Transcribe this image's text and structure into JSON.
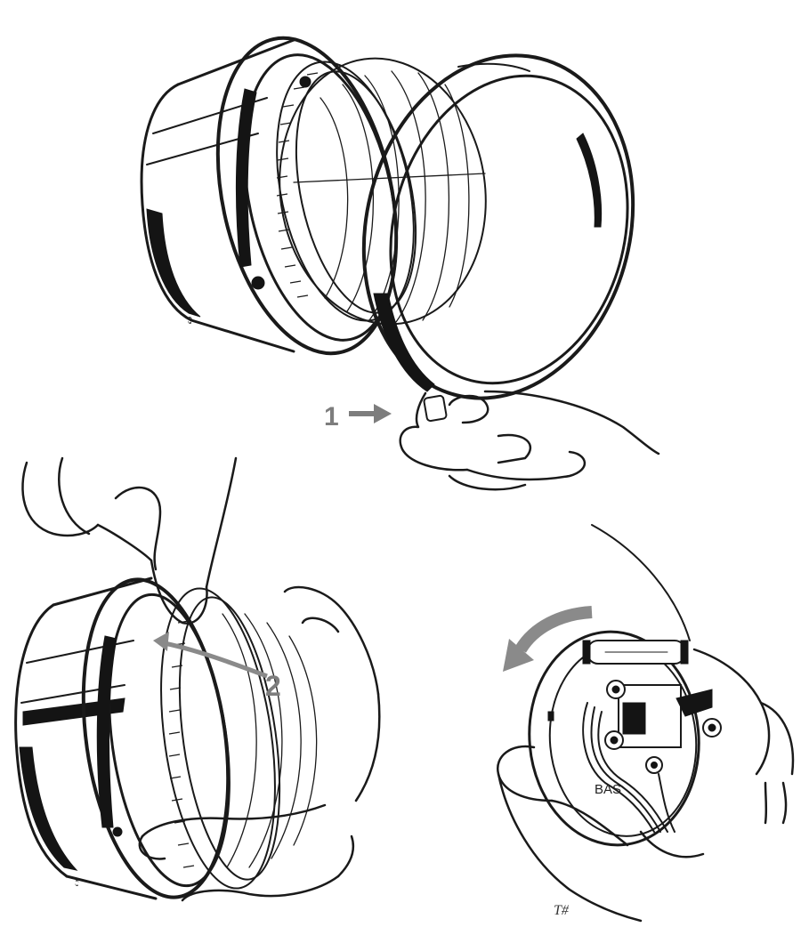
{
  "steps": [
    {
      "number": "1"
    },
    {
      "number": "2"
    }
  ],
  "bulb_base_label": "BAS",
  "artist_marks": [
    "ʻʼ"
  ],
  "colors": {
    "ink": "#1a1a1a",
    "callout_gray": "#7d7d7d",
    "rotate_arrow_gray": "#8a8a8a",
    "background": "#ffffff"
  }
}
